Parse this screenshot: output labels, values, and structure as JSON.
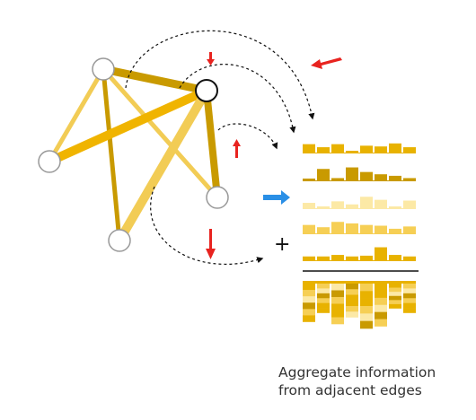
{
  "caption": {
    "line1": "Aggregate information",
    "line2": "from adjacent edges"
  },
  "operator_symbol": "+",
  "colors": {
    "edge_light": "#f2cc55",
    "edge_medium": "#f0b400",
    "edge_dark": "#c99a00",
    "bar_pale": "#fce9a6",
    "bar_light": "#f6cf55",
    "bar_medium": "#e8b200",
    "bar_dark": "#c99a00",
    "arrow_red": "#e8231f",
    "arrow_blue": "#2a8fe6",
    "node_fill": "#ffffff",
    "node_stroke_default": "#999999",
    "node_stroke_focus": "#111111"
  },
  "edge_feature_rows": [
    {
      "name": "edge-a",
      "values": [
        0.55,
        0.35,
        0.55,
        0.1,
        0.45,
        0.4,
        0.6,
        0.35
      ],
      "shades": [
        "medium",
        "medium",
        "medium",
        "medium",
        "medium",
        "medium",
        "medium",
        "medium"
      ]
    },
    {
      "name": "edge-b",
      "values": [
        0.12,
        0.75,
        0.15,
        0.85,
        0.55,
        0.4,
        0.3,
        0.15
      ],
      "shades": [
        "dark",
        "dark",
        "dark",
        "dark",
        "dark",
        "dark",
        "dark",
        "dark"
      ]
    },
    {
      "name": "edge-c",
      "values": [
        0.35,
        0.12,
        0.45,
        0.25,
        0.75,
        0.55,
        0.1,
        0.5
      ],
      "shades": [
        "pale",
        "pale",
        "pale",
        "pale",
        "pale",
        "pale",
        "pale",
        "pale"
      ]
    },
    {
      "name": "edge-d",
      "values": [
        0.55,
        0.4,
        0.75,
        0.65,
        0.55,
        0.5,
        0.3,
        0.45
      ],
      "shades": [
        "light",
        "light",
        "light",
        "light",
        "light",
        "light",
        "light",
        "light"
      ]
    },
    {
      "name": "edge-e",
      "values": [
        0.25,
        0.25,
        0.35,
        0.25,
        0.3,
        0.85,
        0.35,
        0.25
      ],
      "shades": [
        "medium",
        "medium",
        "medium",
        "medium",
        "medium",
        "medium",
        "medium",
        "medium"
      ]
    }
  ],
  "aggregate_stack": [
    0.85,
    0.65,
    0.9,
    0.75,
    1.0,
    0.95,
    0.55,
    0.65
  ]
}
